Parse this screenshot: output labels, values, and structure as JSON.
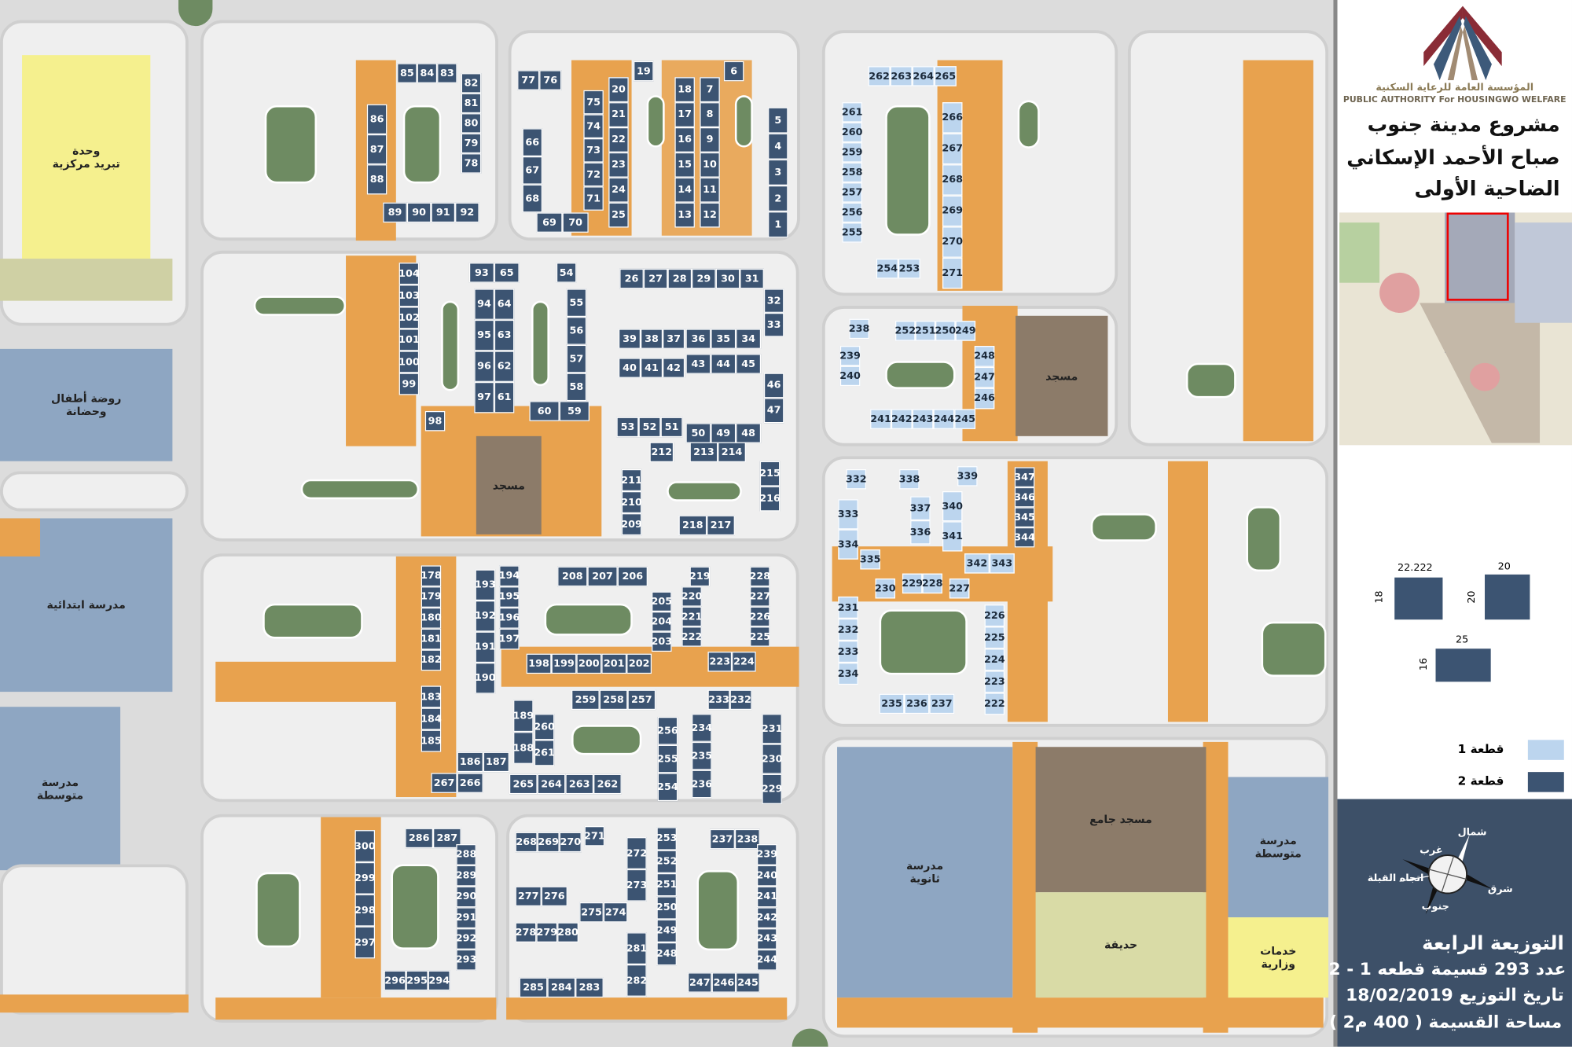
{
  "areas": {
    "cooling": "وحدة\nتبريد مركزية",
    "kindergarten": "روضة أطفال\nوحضانة",
    "primary_school": "مدرسة ابتدائية",
    "middle_school_left": "مدرسة\nمتوسطة",
    "mosque_1": "مسجد",
    "mosque_2": "مسجد",
    "grand_mosque": "مسجد جامع",
    "garden": "حديقة",
    "high_school": "مدرسة\nثانوية",
    "middle_school_right": "مدرسة\nمتوسطة",
    "ministry_services": "خدمات\nوزارية"
  },
  "plots": {
    "a1": [
      85,
      84,
      83
    ],
    "a2": [
      82,
      81,
      80,
      79,
      78
    ],
    "a3": [
      86,
      87,
      88
    ],
    "a4": [
      89,
      90,
      91,
      92
    ],
    "b1": [
      77,
      76
    ],
    "b2": [
      75,
      74,
      73,
      72,
      71
    ],
    "b3": [
      20,
      21,
      22,
      23,
      24,
      25
    ],
    "b4": [
      19
    ],
    "b5": [
      66,
      67,
      68
    ],
    "b6": [
      69,
      70
    ],
    "b7": [
      18,
      17,
      16,
      15,
      14,
      13
    ],
    "b8": [
      7,
      8,
      9,
      10,
      11,
      12
    ],
    "b9": [
      6
    ],
    "b10": [
      5,
      4,
      3,
      2,
      1
    ],
    "c1": [
      104,
      103,
      102,
      101,
      100,
      99
    ],
    "c2": [
      98
    ],
    "c3": [
      93,
      65
    ],
    "c4": [
      94,
      95,
      96,
      97
    ],
    "c5": [
      64,
      63,
      62,
      61
    ],
    "c6": [
      54
    ],
    "c7": [
      55,
      56,
      57,
      58
    ],
    "c8": [
      60,
      59
    ],
    "c9": [
      26,
      27,
      28,
      29,
      30,
      31
    ],
    "c10": [
      32,
      33
    ],
    "c11": [
      39,
      38,
      37
    ],
    "c12": [
      40,
      41,
      42
    ],
    "c13": [
      36,
      35,
      34
    ],
    "c14": [
      43,
      44,
      45
    ],
    "c15": [
      46,
      47
    ],
    "c16": [
      53,
      52,
      51
    ],
    "c17": [
      50,
      49,
      48
    ],
    "c18": [
      212
    ],
    "c19": [
      213,
      214
    ],
    "c20": [
      215,
      216
    ],
    "c21": [
      211,
      210,
      209
    ],
    "c22": [
      218,
      217
    ],
    "d1": [
      178,
      179,
      180,
      181,
      182
    ],
    "d2": [
      183,
      184,
      185
    ],
    "d3": [
      193,
      192,
      191,
      190
    ],
    "d4": [
      194,
      195,
      196,
      197
    ],
    "d5": [
      208,
      207,
      206
    ],
    "d6": [
      219
    ],
    "d7": [
      205,
      204,
      203
    ],
    "d8": [
      220,
      221,
      222
    ],
    "d9": [
      228,
      227,
      226,
      225
    ],
    "d10": [
      198,
      199,
      200,
      201,
      202
    ],
    "d11": [
      223,
      224
    ],
    "d12": [
      259,
      258,
      257
    ],
    "d13": [
      233,
      232
    ],
    "d14": [
      189,
      188
    ],
    "d15": [
      260,
      261
    ],
    "d16": [
      256,
      255,
      254
    ],
    "d17": [
      234,
      235,
      236
    ],
    "d18": [
      231,
      230,
      229
    ],
    "d19": [
      186,
      187
    ],
    "d20": [
      267,
      266
    ],
    "d21": [
      265,
      264,
      263,
      262
    ],
    "e1": [
      300,
      299,
      298,
      297
    ],
    "e2": [
      286,
      287
    ],
    "e3": [
      288,
      289,
      290,
      291,
      292,
      293
    ],
    "e4": [
      296,
      295,
      294
    ],
    "e5": [
      268,
      269,
      270
    ],
    "e6": [
      271
    ],
    "e7": [
      272,
      273
    ],
    "e8": [
      277,
      276
    ],
    "e9": [
      275,
      274
    ],
    "e10": [
      278,
      279,
      280
    ],
    "e11": [
      281,
      282
    ],
    "e12": [
      253,
      252,
      251,
      250,
      249,
      248
    ],
    "e13": [
      285,
      284,
      283
    ],
    "e14": [
      237,
      238
    ],
    "e15": [
      239,
      240,
      241,
      242,
      243,
      244
    ],
    "e16": [
      247,
      246,
      245
    ],
    "f1": [
      262,
      263,
      264,
      265
    ],
    "f2": [
      261,
      260,
      259,
      258,
      257,
      256,
      255
    ],
    "f3": [
      254,
      253
    ],
    "f4": [
      266,
      267,
      268,
      269,
      270,
      271
    ],
    "f5": [
      238
    ],
    "f6": [
      239,
      240
    ],
    "f7": [
      252,
      251,
      250,
      249
    ],
    "f8": [
      248,
      247,
      246
    ],
    "f9": [
      241,
      242,
      243,
      244,
      245
    ],
    "g1": [
      332
    ],
    "g2": [
      333,
      334
    ],
    "g3": [
      335
    ],
    "g4": [
      338
    ],
    "g5": [
      337,
      336
    ],
    "g6": [
      339
    ],
    "g7": [
      340,
      341
    ],
    "g8": [
      342,
      343
    ],
    "g9": [
      230
    ],
    "g10": [
      229,
      228
    ],
    "g11": [
      227
    ],
    "g12": [
      231,
      232,
      233,
      234
    ],
    "g13": [
      235,
      236,
      237
    ],
    "g14": [
      347,
      346,
      345,
      344
    ],
    "g15": [
      226,
      225,
      224,
      223,
      222
    ]
  },
  "panel": {
    "org_ar": "المؤسسة العامة للرعاية السكنية",
    "org_en": "PUBLIC AUTHORITY For HOUSINGWO WELFARE",
    "title_1": "مشروع مدينة جنوب",
    "title_2": "صباح الأحمد الإسكاني",
    "title_3": "الضاحية الأولى",
    "dims": {
      "a_w": "22.222",
      "a_h": "18",
      "b_w": "20",
      "b_h": "20",
      "c_w": "25",
      "c_h": "16"
    },
    "legend": [
      {
        "label": "قطعة 1",
        "color": "#bcd5ee"
      },
      {
        "label": "قطعة 2",
        "color": "#3c5472"
      }
    ],
    "compass": {
      "north": "شمال",
      "west": "غرب",
      "qibla": "اتجاه القبلة",
      "east": "شرق",
      "south": "جنوب"
    },
    "info_1": "التوزيعة الرابعة",
    "info_2": "عدد 293 قسيمة قطعه 1 - 2",
    "info_3": "تاريخ التوزيع 18/02/2019",
    "info_4": "مساحة القسيمة ( 400 م2 )"
  },
  "colors": {
    "plot_dark": "#3c5472",
    "plot_light": "#bcd5ee",
    "path": "#e8a24e",
    "panel_bg": "#3d5068"
  }
}
